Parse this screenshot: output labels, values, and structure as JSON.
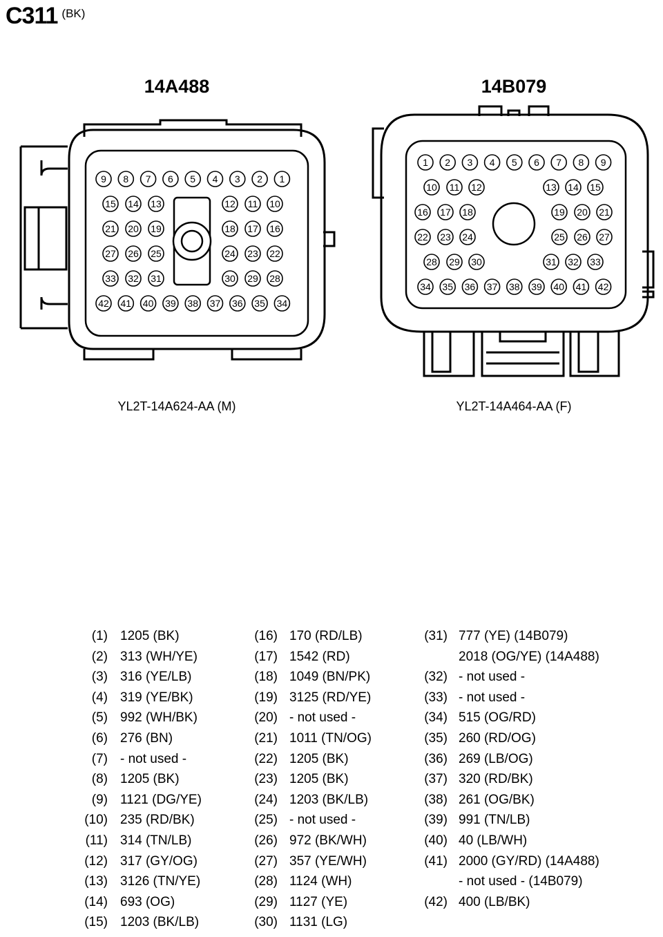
{
  "header": {
    "connector_id": "C311",
    "connector_color": "(BK)"
  },
  "male_connector": {
    "title": "14A488",
    "part_number": "YL2T-14A624-AA (M)"
  },
  "female_connector": {
    "title": "14B079",
    "part_number": "YL2T-14A464-AA (F)"
  },
  "pin_columns": [
    [
      {
        "num": "(1)",
        "val": "1205 (BK)"
      },
      {
        "num": "(2)",
        "val": "313 (WH/YE)"
      },
      {
        "num": "(3)",
        "val": "316 (YE/LB)"
      },
      {
        "num": "(4)",
        "val": "319 (YE/BK)"
      },
      {
        "num": "(5)",
        "val": "992 (WH/BK)"
      },
      {
        "num": "(6)",
        "val": "276 (BN)"
      },
      {
        "num": "(7)",
        "val": "- not used -"
      },
      {
        "num": "(8)",
        "val": "1205 (BK)"
      },
      {
        "num": "(9)",
        "val": "1121 (DG/YE)"
      },
      {
        "num": "(10)",
        "val": "235 (RD/BK)"
      },
      {
        "num": "(11)",
        "val": "314 (TN/LB)"
      },
      {
        "num": "(12)",
        "val": "317 (GY/OG)"
      },
      {
        "num": "(13)",
        "val": "3126 (TN/YE)"
      },
      {
        "num": "(14)",
        "val": "693 (OG)"
      },
      {
        "num": "(15)",
        "val": "1203 (BK/LB)"
      }
    ],
    [
      {
        "num": "(16)",
        "val": "170 (RD/LB)"
      },
      {
        "num": "(17)",
        "val": "1542 (RD)"
      },
      {
        "num": "(18)",
        "val": "1049 (BN/PK)"
      },
      {
        "num": "(19)",
        "val": "3125 (RD/YE)"
      },
      {
        "num": "(20)",
        "val": "- not used -"
      },
      {
        "num": "(21)",
        "val": "1011 (TN/OG)"
      },
      {
        "num": "(22)",
        "val": "1205 (BK)"
      },
      {
        "num": "(23)",
        "val": "1205 (BK)"
      },
      {
        "num": "(24)",
        "val": "1203 (BK/LB)"
      },
      {
        "num": "(25)",
        "val": "- not used -"
      },
      {
        "num": "(26)",
        "val": "972 (BK/WH)"
      },
      {
        "num": "(27)",
        "val": "357 (YE/WH)"
      },
      {
        "num": "(28)",
        "val": "1124 (WH)"
      },
      {
        "num": "(29)",
        "val": "1127 (YE)"
      },
      {
        "num": "(30)",
        "val": "1131 (LG)"
      }
    ],
    [
      {
        "num": "(31)",
        "val": "777 (YE) (14B079)"
      },
      {
        "num": "",
        "val": "2018 (OG/YE) (14A488)"
      },
      {
        "num": "(32)",
        "val": "- not used -"
      },
      {
        "num": "(33)",
        "val": "- not used -"
      },
      {
        "num": "(34)",
        "val": "515 (OG/RD)"
      },
      {
        "num": "(35)",
        "val": "260 (RD/OG)"
      },
      {
        "num": "(36)",
        "val": "269 (LB/OG)"
      },
      {
        "num": "(37)",
        "val": "320 (RD/BK)"
      },
      {
        "num": "(38)",
        "val": "261 (OG/BK)"
      },
      {
        "num": "(39)",
        "val": "991 (TN/LB)"
      },
      {
        "num": "(40)",
        "val": "40 (LB/WH)"
      },
      {
        "num": "(41)",
        "val": "2000 (GY/RD) (14A488)"
      },
      {
        "num": "",
        "val": "- not used - (14B079)"
      },
      {
        "num": "(42)",
        "val": "400 (LB/BK)"
      }
    ]
  ],
  "male_pin_rows": [
    [
      "9",
      "8",
      "7",
      "6",
      "5",
      "4",
      "3",
      "2",
      "1"
    ],
    [
      "15",
      "14",
      "13",
      "12",
      "11",
      "10"
    ],
    [
      "21",
      "20",
      "19",
      "18",
      "17",
      "16"
    ],
    [
      "27",
      "26",
      "25",
      "24",
      "23",
      "22"
    ],
    [
      "33",
      "32",
      "31",
      "30",
      "29",
      "28"
    ],
    [
      "42",
      "41",
      "40",
      "39",
      "38",
      "37",
      "36",
      "35",
      "34"
    ]
  ],
  "female_pin_rows": [
    [
      "1",
      "2",
      "3",
      "4",
      "5",
      "6",
      "7",
      "8",
      "9"
    ],
    [
      "10",
      "11",
      "12",
      "13",
      "14",
      "15"
    ],
    [
      "16",
      "17",
      "18",
      "19",
      "20",
      "21"
    ],
    [
      "22",
      "23",
      "24",
      "25",
      "26",
      "27"
    ],
    [
      "28",
      "29",
      "30",
      "31",
      "32",
      "33"
    ],
    [
      "34",
      "35",
      "36",
      "37",
      "38",
      "39",
      "40",
      "41",
      "42"
    ]
  ]
}
